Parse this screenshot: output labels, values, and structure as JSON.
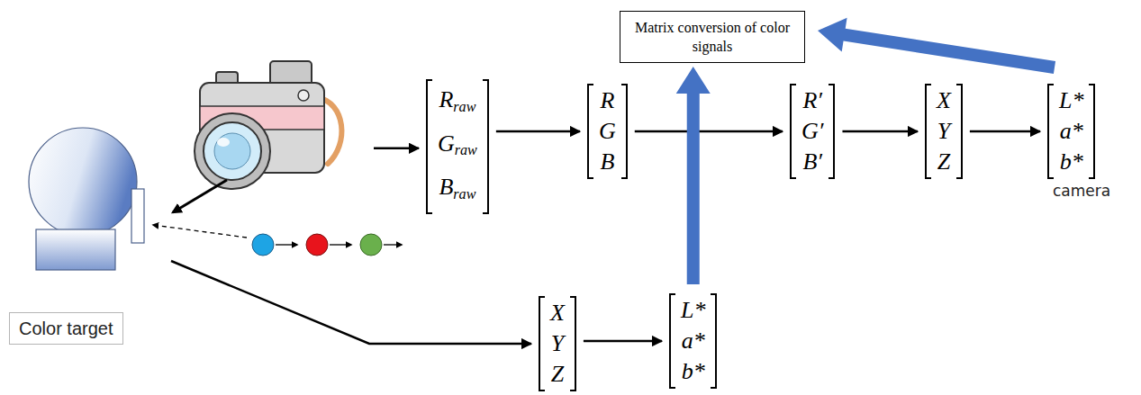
{
  "diagram": {
    "nodes": [
      {
        "text": [
          "Matrix conversion of color signals"
        ]
      },
      {
        "text": [
          "R",
          "raw",
          "G",
          "raw",
          "B",
          "raw"
        ]
      },
      {
        "text": [
          "R",
          "G",
          "B"
        ]
      },
      {
        "text": [
          "R′",
          "G′",
          "B′"
        ]
      },
      {
        "text": [
          "X",
          "Y",
          "Z"
        ]
      },
      {
        "text": [
          "L*",
          "a*",
          "b*"
        ]
      },
      {
        "text": [
          "Color target"
        ]
      },
      {
        "text": [
          "X",
          "Y",
          "Z"
        ]
      },
      {
        "text": [
          "L*",
          "a*",
          "b*"
        ]
      }
    ],
    "edges": [
      {
        "from": 1,
        "to": 2,
        "arrow": "to"
      },
      {
        "from": 2,
        "to": 3,
        "arrow": "to"
      },
      {
        "from": 3,
        "to": 4,
        "arrow": "to"
      },
      {
        "from": 4,
        "to": 5,
        "arrow": "to"
      },
      {
        "from": 5,
        "to": 0,
        "arrow": "to"
      },
      {
        "from": 7,
        "to": 8,
        "arrow": "to"
      },
      {
        "from": 8,
        "to": 0,
        "arrow": "to"
      },
      {
        "from": 6,
        "to": 7,
        "arrow": "to"
      }
    ],
    "labels": [
      "camera"
    ]
  }
}
